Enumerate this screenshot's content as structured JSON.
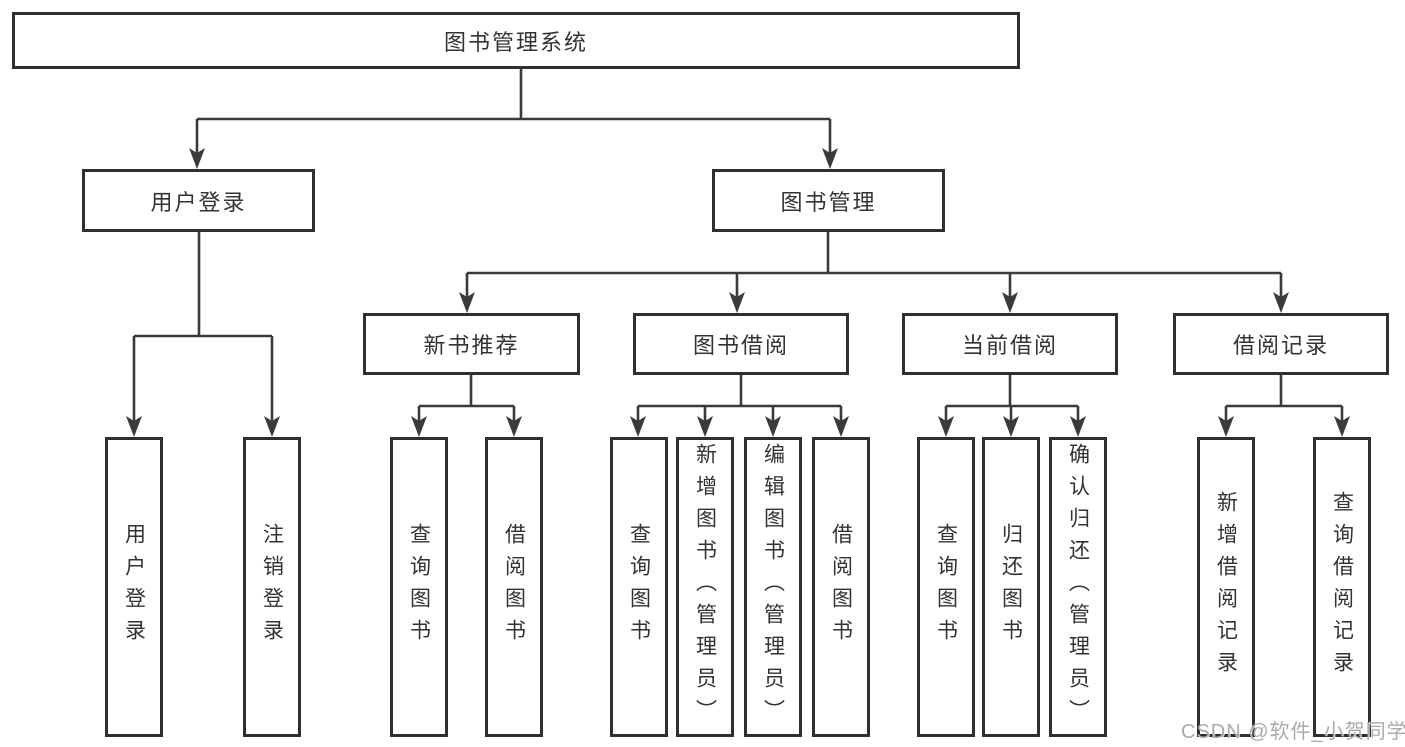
{
  "colors": {
    "background": "#ffffff",
    "line": "#3a3a3a",
    "box_border": "#2f2f2f",
    "text": "#333333",
    "watermark": "#aaaaaa"
  },
  "tree": {
    "label": "图书管理系统",
    "children": [
      {
        "label": "用户登录",
        "children": [
          {
            "label": "用户登录"
          },
          {
            "label": "注销登录"
          }
        ]
      },
      {
        "label": "图书管理",
        "children": [
          {
            "label": "新书推荐",
            "children": [
              {
                "label": "查询图书"
              },
              {
                "label": "借阅图书"
              }
            ]
          },
          {
            "label": "图书借阅",
            "children": [
              {
                "label": "查询图书"
              },
              {
                "label": "新增图书（管理员）"
              },
              {
                "label": "编辑图书（管理员）"
              },
              {
                "label": "借阅图书"
              }
            ]
          },
          {
            "label": "当前借阅",
            "children": [
              {
                "label": "查询图书"
              },
              {
                "label": "归还图书"
              },
              {
                "label": "确认归还（管理员）"
              }
            ]
          },
          {
            "label": "借阅记录",
            "children": [
              {
                "label": "新增借阅记录"
              },
              {
                "label": "查询借阅记录"
              }
            ]
          }
        ]
      }
    ]
  },
  "watermark": {
    "text": "CSDN @软件_小贺同学"
  }
}
